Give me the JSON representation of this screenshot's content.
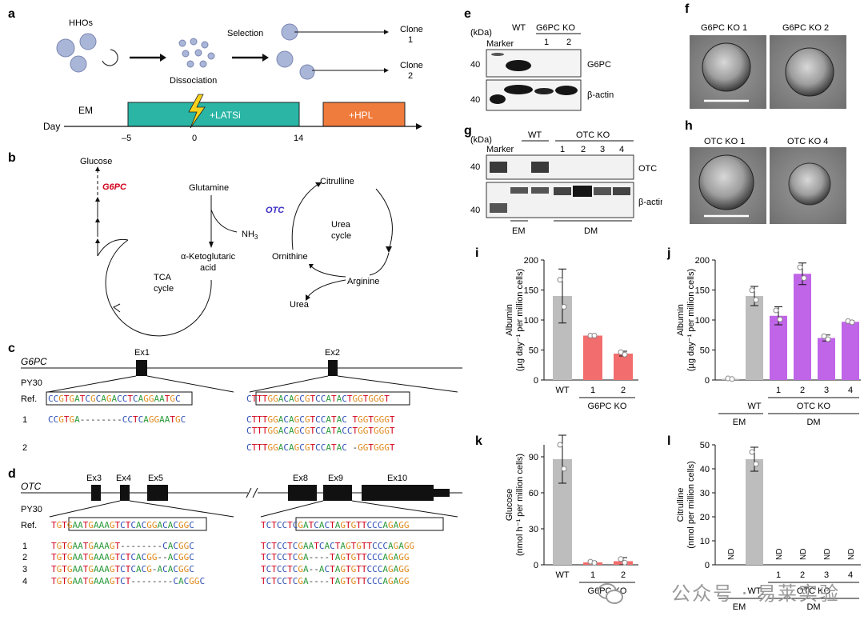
{
  "panel_labels": [
    "a",
    "b",
    "c",
    "d",
    "e",
    "f",
    "g",
    "h",
    "i",
    "j",
    "k",
    "l"
  ],
  "a": {
    "hhos": "HHOs",
    "dissociation": "Dissociation",
    "selection": "Selection",
    "clone1": "Clone",
    "clone1n": "1",
    "clone2": "Clone",
    "clone2n": "2",
    "em": "EM",
    "day": "Day",
    "latsi": "+LATSi",
    "hpl": "+HPL",
    "ticks": [
      "–5",
      "0",
      "14"
    ],
    "colors": {
      "latsi": "#2ab5a5",
      "hpl": "#ef7b3c"
    }
  },
  "b": {
    "glucose": "Glucose",
    "g6pc": "G6PC",
    "glutamine": "Glutamine",
    "nh3": "NH",
    "nh3sub": "3",
    "otc": "OTC",
    "citrulline": "Citrulline",
    "urea_cycle": "Urea",
    "urea_cycle2": "cycle",
    "ornithine": "Ornithine",
    "arginine": "Arginine",
    "urea": "Urea",
    "akg": "α-Ketoglutaric",
    "akg2": "acid",
    "tca": "TCA",
    "tca2": "cycle",
    "colors": {
      "g6pc": "#d0021b",
      "otc": "#3a2cc4"
    }
  },
  "c": {
    "gene": "G6PC",
    "ex1": "Ex1",
    "ex2": "Ex2",
    "py30": "PY30",
    "ref": "Ref.",
    "seqL_ref": "CCGTGATCGCAGACCTCAGGAATGC",
    "seqR_ref": "CTTTGGACAGCGTCCATACTGGTGGGT",
    "rows": [
      {
        "n": "1",
        "l": "CCGTGA--------CCTCAGGAATGC",
        "r": "CTTTGGACAGCGTCCATAC TGGTGGGT"
      },
      {
        "n": "",
        "l": "",
        "r": "CTTTGGACAGCGTCCATACCTGGTGGGT"
      },
      {
        "n": "2",
        "l": "",
        "r": "CTTTGGACAGCGTCCATAC -GGTGGGT"
      }
    ]
  },
  "d": {
    "gene": "OTC",
    "ex3": "Ex3",
    "ex4": "Ex4",
    "ex5": "Ex5",
    "ex8": "Ex8",
    "ex9": "Ex9",
    "ex10": "Ex10",
    "py30": "PY30",
    "ref": "Ref.",
    "seqL_ref": "TGTGAATGAAAGTCTCACGGACACGGC",
    "seqR_ref": "TCTCCTCGATCACTAGTGTTCCCAGAGG",
    "rows": [
      {
        "n": "1",
        "l": "TGTGAATGAAAGT--------CACGGC",
        "r": "TCTCCTCGAATCACTAGTGTTCCCAGAGG"
      },
      {
        "n": "2",
        "l": "TGTGAATGAAAGTCTCACGG--ACGGC",
        "r": "TCTCCTCGA----TAGTGTTCCCAGAGG"
      },
      {
        "n": "3",
        "l": "TGTGAATGAAAGTCTCACG-ACACGGC",
        "r": "TCTCCTCGA--ACTAGTGTTCCCAGAGG"
      },
      {
        "n": "4",
        "l": "TGTGAATGAAAGTCT--------CACGGC",
        "r": "TCTCCTCGA----TAGTGTTCCCAGAGG"
      }
    ]
  },
  "e": {
    "kda": "(kDa)",
    "marker": "Marker",
    "wt": "WT",
    "ko": "G6PC KO",
    "k1": "1",
    "k2": "2",
    "mw1": "40",
    "mw2": "40",
    "band1": "G6PC",
    "band2": "β-actin"
  },
  "g": {
    "kda": "(kDa)",
    "marker": "Marker",
    "wt": "WT",
    "ko": "OTC KO",
    "lanes": [
      "1",
      "2",
      "3",
      "4"
    ],
    "mw1": "40",
    "mw2": "40",
    "band1": "OTC",
    "band2": "β-actin",
    "em": "EM",
    "dm": "DM"
  },
  "f": {
    "t1": "G6PC KO 1",
    "t2": "G6PC KO 2"
  },
  "h": {
    "t1": "OTC KO 1",
    "t2": "OTC KO 4"
  },
  "chart_data": [
    {
      "panel": "i",
      "type": "bar",
      "ylabel": "Albumin",
      "ylabel2": "(µg day⁻¹ per million cells)",
      "categories": [
        "WT",
        "1",
        "2"
      ],
      "values": [
        140,
        74,
        44
      ],
      "errors": [
        45,
        0,
        4
      ],
      "colors": [
        "#bdbdbd",
        "#f26d6d",
        "#f26d6d"
      ],
      "ylim": [
        0,
        200
      ],
      "yticks": [
        "0",
        "50",
        "100",
        "150",
        "200"
      ],
      "group_label": "G6PC KO"
    },
    {
      "panel": "j",
      "type": "bar",
      "ylabel": "Albumin",
      "ylabel2": "(µg day⁻¹ per million cells)",
      "categories": [
        "",
        "WT",
        "1",
        "2",
        "3",
        "4"
      ],
      "values": [
        2,
        140,
        107,
        177,
        70,
        97
      ],
      "errors": [
        1,
        16,
        15,
        18,
        5,
        2
      ],
      "colors": [
        "#bdbdbd",
        "#bdbdbd",
        "#c065e8",
        "#c065e8",
        "#c065e8",
        "#c065e8"
      ],
      "ylim": [
        0,
        200
      ],
      "yticks": [
        "0",
        "50",
        "100",
        "150",
        "200"
      ],
      "group_label": "OTC KO",
      "em": "EM",
      "dm": "DM"
    },
    {
      "panel": "k",
      "type": "bar",
      "ylabel": "Glucose",
      "ylabel2": "(nmol h⁻¹ per million cells)",
      "categories": [
        "WT",
        "1",
        "2"
      ],
      "values": [
        88,
        2,
        3
      ],
      "errors": [
        20,
        1,
        3
      ],
      "colors": [
        "#bdbdbd",
        "#f26d6d",
        "#f26d6d"
      ],
      "ylim": [
        0,
        100
      ],
      "yticks": [
        "0",
        "30",
        "60",
        "90"
      ],
      "group_label": "G6PC KO"
    },
    {
      "panel": "l",
      "type": "bar",
      "ylabel": "Citrulline",
      "ylabel2": "(nmol per million cells)",
      "categories": [
        "",
        "WT",
        "1",
        "2",
        "3",
        "4"
      ],
      "values": [
        0,
        44,
        0,
        0,
        0,
        0
      ],
      "errors": [
        0,
        5,
        0,
        0,
        0,
        0
      ],
      "colors": [
        "#bdbdbd",
        "#bdbdbd",
        "#c065e8",
        "#c065e8",
        "#c065e8",
        "#c065e8"
      ],
      "ylim": [
        0,
        50
      ],
      "yticks": [
        "0",
        "10",
        "20",
        "30",
        "40",
        "50"
      ],
      "nd": "ND",
      "group_label": "OTC KO",
      "em": "EM",
      "dm": "DM"
    }
  ],
  "watermark": "公众号 · 易莱实验"
}
